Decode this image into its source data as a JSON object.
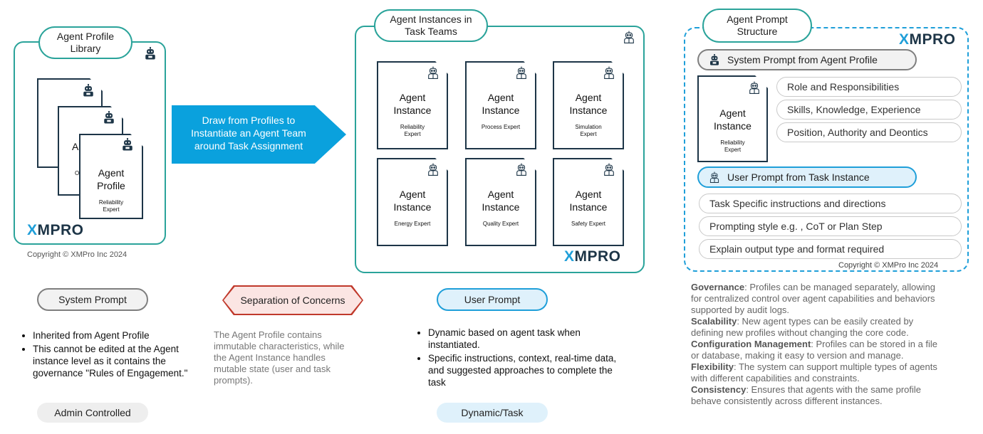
{
  "library": {
    "title": "Agent Profile Library",
    "back_card_1_text": "A P",
    "back_card_2_text": "A P",
    "back_card_2_sub": "O E",
    "front_card": {
      "title": "Agent Profile",
      "sub": "Reliability Expert"
    },
    "logo": "XMPRO",
    "copyright": "Copyright © XMPro Inc 2024"
  },
  "arrow": {
    "text": "Draw from Profiles to Instantiate an Agent Team around Task Assignment"
  },
  "teams": {
    "title": "Agent Instances in Task Teams",
    "logo": "XMPRO",
    "instances": [
      {
        "title": "Agent Instance",
        "sub": "Reliability Expert"
      },
      {
        "title": "Agent Instance",
        "sub": "Process Expert"
      },
      {
        "title": "Agent Instance",
        "sub": "Simulation Expert"
      },
      {
        "title": "Agent Instance",
        "sub": "Energy Expert"
      },
      {
        "title": "Agent Instance",
        "sub": "Quality Expert"
      },
      {
        "title": "Agent Instance",
        "sub": "Safety Expert"
      }
    ]
  },
  "structure": {
    "title": "Agent Prompt Structure",
    "logo": "XMPRO",
    "system_prompt_label": "System Prompt from Agent Profile",
    "instance_card": {
      "title": "Agent Instance",
      "sub": "Reliability Expert"
    },
    "system_items": [
      "Role and Responsibilities",
      "Skills, Knowledge, Experience",
      "Position, Authority and Deontics"
    ],
    "user_prompt_label": "User Prompt from Task Instance",
    "user_items": [
      "Task Specific instructions and directions",
      "Prompting style e.g. , CoT or Plan Step",
      "Explain output type and format required"
    ],
    "copyright": "Copyright © XMPro Inc 2024"
  },
  "system_prompt": {
    "label": "System Prompt",
    "bullets": [
      "Inherited from Agent Profile",
      "This cannot be edited at the Agent instance level as it contains the governance \"Rules of Engagement.\""
    ],
    "footer": "Admin Controlled"
  },
  "separation": {
    "label": "Separation of Concerns",
    "text": "The Agent Profile contains immutable characteristics, while the Agent Instance handles mutable state (user and task prompts)."
  },
  "user_prompt": {
    "label": "User Prompt",
    "bullets": [
      "Dynamic based on agent task when instantiated.",
      "Specific instructions, context, real-time data, and suggested approaches to complete the task"
    ],
    "footer": "Dynamic/Task"
  },
  "benefits": [
    {
      "term": "Governance",
      "text": ": Profiles can be managed separately, allowing for centralized control over agent capabilities and behaviors supported by audit logs."
    },
    {
      "term": "Scalability",
      "text": ": New agent types can be easily created by defining new profiles without changing the core code."
    },
    {
      "term": "Configuration Management",
      "text": ": Profiles can be stored in a file or database, making it easy to version and manage."
    },
    {
      "term": "Flexibility",
      "text": ": The system can support multiple types of agents with different capabilities and constraints."
    },
    {
      "term": "Consistency",
      "text": ": Ensures that agents with the same profile behave consistently across different instances."
    }
  ],
  "colors": {
    "teal": "#2aa39a",
    "navy": "#1d3547",
    "blue": "#1f9fd9",
    "arrow": "#0aa1dd",
    "red": "#c0392b"
  }
}
